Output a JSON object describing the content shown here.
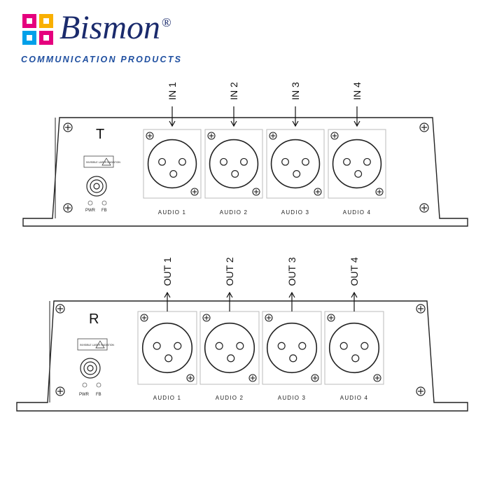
{
  "brand": {
    "name": "Bismon",
    "registered_mark": "®",
    "tagline": "COMMUNICATION PRODUCTS",
    "colors": {
      "name": "#1a2a6c",
      "tagline": "#1f4fa0",
      "logo": [
        "#e5007e",
        "#f9b000",
        "#00a0e9",
        "#e5007e"
      ]
    }
  },
  "transmitter": {
    "unit_label": "T",
    "arrow_direction": "in",
    "channel_labels": [
      "IN 1",
      "IN 2",
      "IN 3",
      "IN 4"
    ],
    "port_labels": [
      "AUDIO 1",
      "AUDIO 2",
      "AUDIO 3",
      "AUDIO 4"
    ],
    "laser_warning": "INVISIBLE LASER RADIATION",
    "leds": [
      "PWR",
      "FB"
    ]
  },
  "receiver": {
    "unit_label": "R",
    "arrow_direction": "out",
    "channel_labels": [
      "OUT 1",
      "OUT 2",
      "OUT 3",
      "OUT 4"
    ],
    "port_labels": [
      "AUDIO 1",
      "AUDIO 2",
      "AUDIO 3",
      "AUDIO 4"
    ],
    "laser_warning": "INVISIBLE LASER RADIATION",
    "leds": [
      "PWR",
      "FB"
    ]
  }
}
